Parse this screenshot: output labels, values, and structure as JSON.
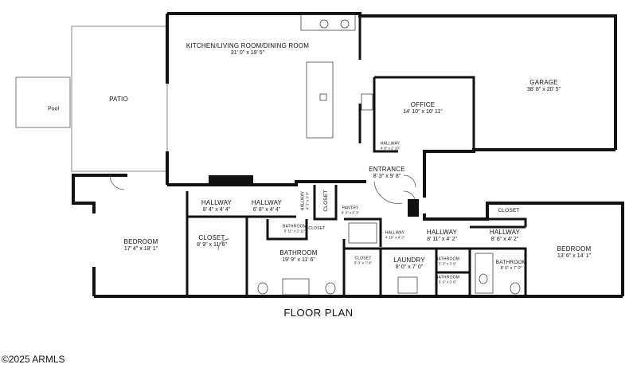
{
  "title": "FLOOR PLAN",
  "copyright": "©2025 ARMLS",
  "pool": "Pool",
  "rooms": {
    "kitchen": {
      "name": "KITCHEN/LIVING ROOM/DINING ROOM",
      "dims": "31' 0\" x 19' 5\""
    },
    "patio": {
      "name": "PATIO",
      "dims": ""
    },
    "garage": {
      "name": "GARAGE",
      "dims": "38' 8\" x 20' 5\""
    },
    "office": {
      "name": "OFFICE",
      "dims": "14' 10\" x 10' 11\""
    },
    "hallway_office": {
      "name": "HALLWAY",
      "dims": "4' 9\" x 2' 10\""
    },
    "entrance": {
      "name": "ENTRANCE",
      "dims": "8' 3\" x 9' 8\""
    },
    "hallway1": {
      "name": "HALLWAY",
      "dims": "8' 4\" x 4' 4\""
    },
    "hallway2": {
      "name": "HALLWAY",
      "dims": "6' 8\" x 4' 4\""
    },
    "hallway3": {
      "name": "HALLWAY",
      "dims": "4' 3\" x 3' 3\""
    },
    "closet_small": {
      "name": "CLOSET",
      "dims": ""
    },
    "pantry": {
      "name": "PANTRY",
      "dims": "6' 3\" x 5' 3\""
    },
    "bedroom_left": {
      "name": "BEDROOM",
      "dims": "17' 4\" x 18' 1\""
    },
    "closet_left": {
      "name": "CLOSET",
      "dims": "8' 9\" x 11' 6\""
    },
    "bathroom_small": {
      "name": "BATHROOM",
      "dims": "5' 11\" x 2' 11\""
    },
    "closet_tiny": {
      "name": "CLOSET",
      "dims": ""
    },
    "bathroom_main": {
      "name": "BATHROOM",
      "dims": "19' 9\" x 11' 6\""
    },
    "hallway4": {
      "name": "HALLWAY",
      "dims": "4' 10\" x 4' 2\""
    },
    "hallway5": {
      "name": "HALLWAY",
      "dims": "8' 11\" x 4' 2\""
    },
    "closet_mid": {
      "name": "CLOSET",
      "dims": "5' 0\" x 7' 0\""
    },
    "laundry": {
      "name": "LAUNDRY",
      "dims": "8' 0\" x 7' 0\""
    },
    "bath_tiny1": {
      "name": "BATHROOM",
      "dims": "5' 3\" x 3' 0\""
    },
    "bath_tiny2": {
      "name": "BATHROOM",
      "dims": "5' 3\" x 3' 0\""
    },
    "hallway6": {
      "name": "HALLWAY",
      "dims": "8' 6\" x 4' 2\""
    },
    "closet_right": {
      "name": "CLOSET",
      "dims": ""
    },
    "bathroom_right": {
      "name": "BATHROOM",
      "dims": "8' 6\" x 7' 0\""
    },
    "bedroom_right": {
      "name": "BEDROOM",
      "dims": "13' 6\" x 14' 1\""
    }
  }
}
